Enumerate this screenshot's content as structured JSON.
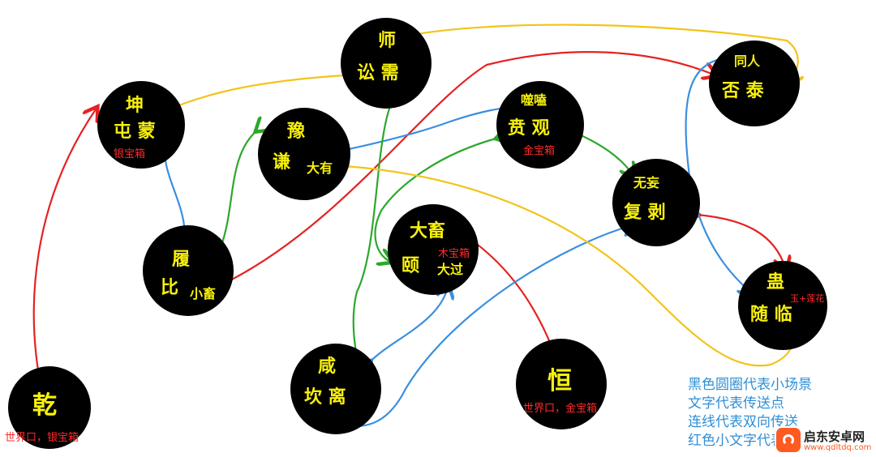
{
  "nodes": {
    "qian": {
      "line1": "乾",
      "note": "世界口，银宝箱"
    },
    "kun": {
      "line1": "坤",
      "line2": "屯 蒙",
      "note": "银宝箱"
    },
    "shi": {
      "line1": "师",
      "line2": "讼 需"
    },
    "yu": {
      "line1": "豫",
      "line2": "谦",
      "extra": "大有"
    },
    "lv": {
      "line1": "履",
      "line2": "比",
      "extra": "小畜"
    },
    "shike": {
      "line1": "噬嗑",
      "line2": "贲 观",
      "note": "金宝箱"
    },
    "tongren": {
      "line1": "同人",
      "line2": "否 泰"
    },
    "wuwang": {
      "line1": "无妄",
      "line2": "复 剥"
    },
    "daxu": {
      "line1": "大畜",
      "line2": "颐",
      "extra": "大过",
      "note": "木宝箱"
    },
    "gu": {
      "line1": "蛊",
      "line2": "随 临",
      "note": "玉+莲花"
    },
    "xian": {
      "line1": "咸",
      "line2": "坎 离"
    },
    "heng": {
      "line1": "恒",
      "note": "世界口，金宝箱"
    }
  },
  "legend": {
    "line1": "黑色圆圈代表小场景",
    "line2": "文字代表传送点",
    "line3": "连线代表双向传送",
    "line4": "红色小文字代表宝箱"
  },
  "watermark": {
    "name": "启东安卓网",
    "url": "www.qdltdq.com"
  },
  "colors": {
    "background": "#ffffff",
    "node": "#000000",
    "node_text": "#f7f00c",
    "note_text": "#ff2a2a",
    "legend_text": "#2f8fd6",
    "red_link": "#e52222",
    "blue_link": "#3a8fe0",
    "green_link": "#2ba82b",
    "yellow_link": "#f2c41a"
  }
}
